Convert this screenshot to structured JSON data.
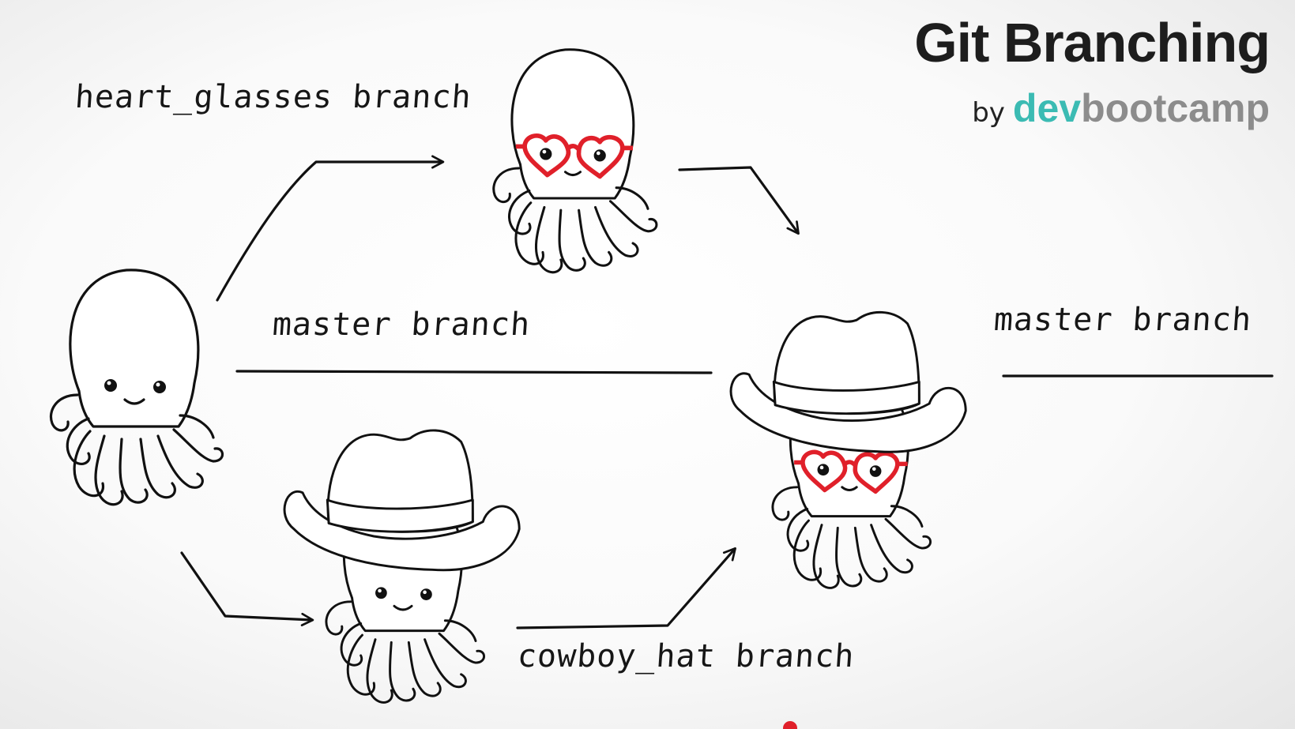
{
  "title": "Git Branching",
  "byline": {
    "by": "by",
    "brand_dev": "dev",
    "brand_rest": "bootcamp"
  },
  "labels": {
    "heart_glasses": "heart_glasses branch",
    "master_left": "master branch",
    "master_right": "master branch",
    "cowboy_hat": "cowboy_hat branch"
  },
  "colors": {
    "dev_teal": "#3bbbb3",
    "bootcamp_gray": "#8c8c8c",
    "glasses_red": "#e0202a"
  },
  "illustrations": [
    "octopus-plain",
    "octopus-heart-glasses",
    "octopus-cowboy-hat",
    "octopus-cowboy-hat-heart-glasses"
  ]
}
